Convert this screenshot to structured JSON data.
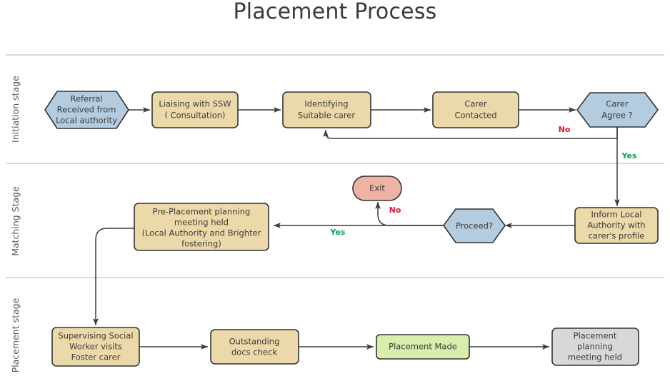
{
  "title": "Placement Process",
  "colors": {
    "beige": "#ecd9a9",
    "blue": "#b3cce0",
    "salmon": "#eeb3a3",
    "green": "#d9edac",
    "gray": "#d8d8d8",
    "stroke": "#333333",
    "divider": "#d9d9d9",
    "label_no": "#e8112d",
    "label_yes": "#00a550"
  },
  "lanes": [
    {
      "id": "initiation",
      "label": "Initiation stage"
    },
    {
      "id": "matching",
      "label": "Matching Stage"
    },
    {
      "id": "placement",
      "label": "Placement stage"
    }
  ],
  "nodes": [
    {
      "id": "referral",
      "lane": "initiation",
      "shape": "hexagon",
      "fill": "blue",
      "lines": [
        "Referral",
        "Received from",
        "Local authority"
      ]
    },
    {
      "id": "liaising",
      "lane": "initiation",
      "shape": "rounded-rect",
      "fill": "beige",
      "lines": [
        "Liaising with SSW",
        "( Consultation)"
      ]
    },
    {
      "id": "identifying",
      "lane": "initiation",
      "shape": "rounded-rect",
      "fill": "beige",
      "lines": [
        "Identifying",
        "Suitable carer"
      ]
    },
    {
      "id": "carer-contacted",
      "lane": "initiation",
      "shape": "rounded-rect",
      "fill": "beige",
      "lines": [
        "Carer",
        "Contacted"
      ]
    },
    {
      "id": "carer-agree",
      "lane": "initiation",
      "shape": "hexagon",
      "fill": "blue",
      "lines": [
        "Carer",
        "Agree ?"
      ]
    },
    {
      "id": "pre-placement",
      "lane": "matching",
      "shape": "rounded-rect",
      "fill": "beige",
      "lines": [
        "Pre-Placement planning",
        "meeting held",
        "(Local Authority and Brighter",
        "fostering)"
      ]
    },
    {
      "id": "exit",
      "lane": "matching",
      "shape": "pill",
      "fill": "salmon",
      "lines": [
        "Exit"
      ]
    },
    {
      "id": "proceed",
      "lane": "matching",
      "shape": "hexagon",
      "fill": "blue",
      "lines": [
        "Proceed?"
      ]
    },
    {
      "id": "inform-la",
      "lane": "matching",
      "shape": "rounded-rect",
      "fill": "beige",
      "lines": [
        "Inform Local",
        "Authority with",
        "carer's profile"
      ]
    },
    {
      "id": "ssw-visit",
      "lane": "placement",
      "shape": "rounded-rect",
      "fill": "beige",
      "lines": [
        "Supervising Social",
        "Worker visits",
        "Foster carer"
      ]
    },
    {
      "id": "docs-check",
      "lane": "placement",
      "shape": "rounded-rect",
      "fill": "beige",
      "lines": [
        "Outstanding",
        "docs check"
      ]
    },
    {
      "id": "placement-made",
      "lane": "placement",
      "shape": "rounded-rect",
      "fill": "green",
      "lines": [
        "Placement Made"
      ]
    },
    {
      "id": "planning-meeting",
      "lane": "placement",
      "shape": "rounded-rect",
      "fill": "gray",
      "lines": [
        "Placement",
        "planning",
        "meeting held"
      ]
    }
  ],
  "edges": [
    {
      "id": "referral-to-liaising",
      "from": "referral",
      "to": "liaising",
      "label": ""
    },
    {
      "id": "liaising-to-identifying",
      "from": "liaising",
      "to": "identifying",
      "label": ""
    },
    {
      "id": "identifying-to-contacted",
      "from": "identifying",
      "to": "carer-contacted",
      "label": ""
    },
    {
      "id": "contacted-to-agree",
      "from": "carer-contacted",
      "to": "carer-agree",
      "label": ""
    },
    {
      "id": "agree-no-to-identifying",
      "from": "carer-agree",
      "to": "identifying",
      "label": "No"
    },
    {
      "id": "agree-yes-to-inform",
      "from": "carer-agree",
      "to": "inform-la",
      "label": "Yes"
    },
    {
      "id": "inform-to-proceed",
      "from": "inform-la",
      "to": "proceed",
      "label": ""
    },
    {
      "id": "proceed-no-to-exit",
      "from": "proceed",
      "to": "exit",
      "label": "No"
    },
    {
      "id": "proceed-yes-to-preplace",
      "from": "proceed",
      "to": "pre-placement",
      "label": "Yes"
    },
    {
      "id": "preplace-to-ssw-visit",
      "from": "pre-placement",
      "to": "ssw-visit",
      "label": ""
    },
    {
      "id": "ssw-to-docs",
      "from": "ssw-visit",
      "to": "docs-check",
      "label": ""
    },
    {
      "id": "docs-to-placement-made",
      "from": "docs-check",
      "to": "placement-made",
      "label": ""
    },
    {
      "id": "made-to-planning-meeting",
      "from": "placement-made",
      "to": "planning-meeting",
      "label": ""
    }
  ]
}
